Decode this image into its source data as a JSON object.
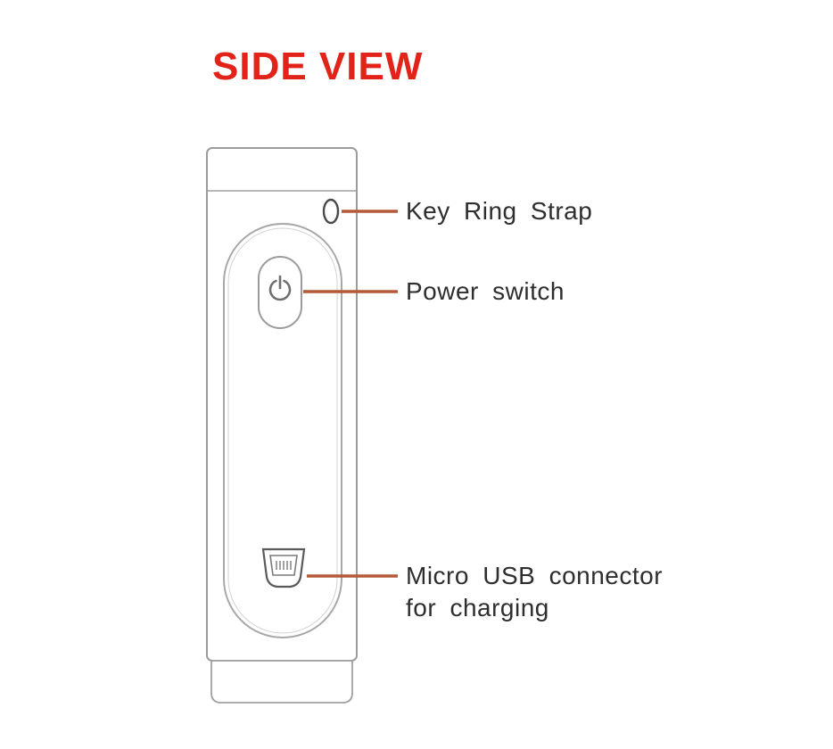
{
  "title": "SIDE VIEW",
  "callouts": {
    "key_ring": {
      "text": "Key Ring Strap"
    },
    "power": {
      "text": "Power switch"
    },
    "usb": {
      "line1": "Micro USB connector",
      "line2": "for charging"
    }
  },
  "colors": {
    "title": "#e2231a",
    "callout_line": "#b45a39",
    "device_outline": "#9b9b9b",
    "label_text": "#2e2e2e"
  }
}
